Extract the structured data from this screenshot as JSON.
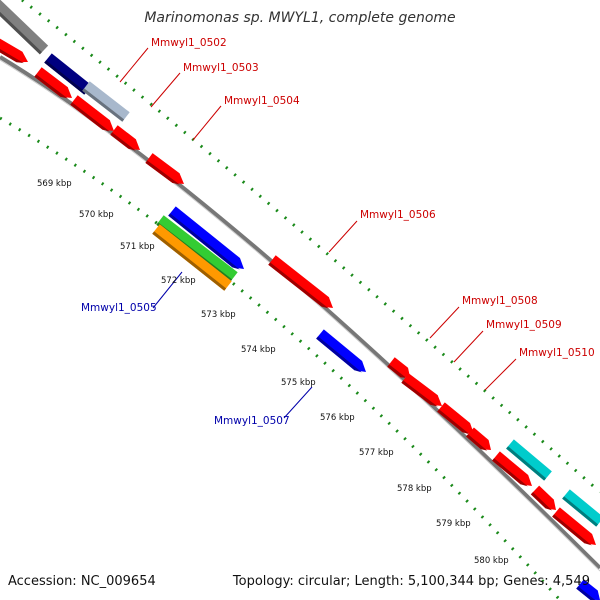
{
  "title": "Marinomonas sp. MWYL1, complete genome",
  "footer": {
    "accession": "Accession: NC_009654",
    "summary": "Topology: circular; Length: 5,100,344 bp; Genes: 4,549"
  },
  "colors": {
    "forward_strand": "#ff0000",
    "reverse_strand": "#0000ff",
    "backbone": "#888888",
    "ticks": "#1a8a1a",
    "navy": "#000080",
    "teal": "#00cccc",
    "green": "#33cc33",
    "orange": "#ff9900",
    "gray_feature": "#808080",
    "light_steel": "#a8b8cc"
  },
  "kbp_labels": [
    "569 kbp",
    "570 kbp",
    "571 kbp",
    "572 kbp",
    "573 kbp",
    "574 kbp",
    "575 kbp",
    "576 kbp",
    "577 kbp",
    "578 kbp",
    "579 kbp",
    "580 kbp"
  ],
  "gene_labels": [
    {
      "text": "Mmwyl1_0502",
      "strand": "forward"
    },
    {
      "text": "Mmwyl1_0503",
      "strand": "forward"
    },
    {
      "text": "Mmwyl1_0504",
      "strand": "forward"
    },
    {
      "text": "Mmwyl1_0506",
      "strand": "forward"
    },
    {
      "text": "Mmwyl1_0508",
      "strand": "forward"
    },
    {
      "text": "Mmwyl1_0509",
      "strand": "forward"
    },
    {
      "text": "Mmwyl1_0510",
      "strand": "forward"
    },
    {
      "text": "Mmwyl1_0505",
      "strand": "reverse"
    },
    {
      "text": "Mmwyl1_0507",
      "strand": "reverse"
    }
  ]
}
